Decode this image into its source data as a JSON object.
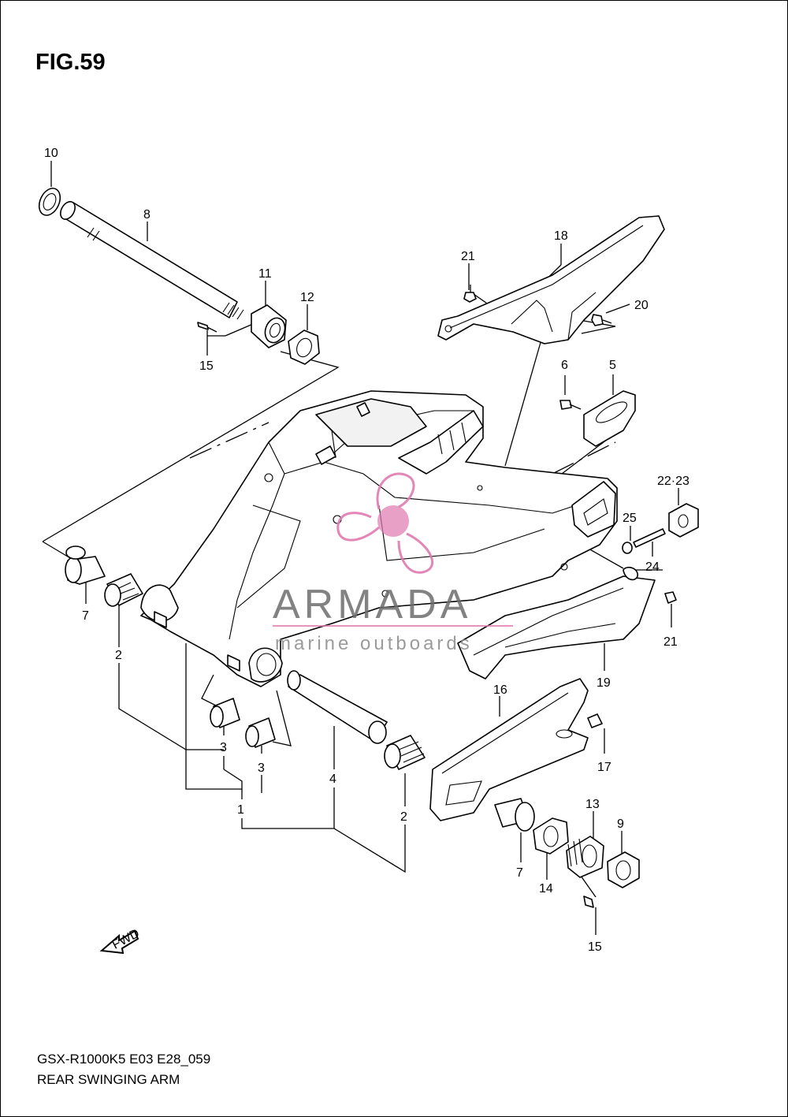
{
  "figure": {
    "title": "FIG.59"
  },
  "footer": {
    "model": "GSX-R1000K5 E03 E28_059",
    "name": "REAR SWINGING ARM"
  },
  "watermark": {
    "brand": "ARMADA",
    "tagline": "marine outboards",
    "color": "#e07ab0"
  },
  "fwd_label": "FWD",
  "callouts": [
    {
      "id": "c10",
      "text": "10"
    },
    {
      "id": "c8",
      "text": "8"
    },
    {
      "id": "c11",
      "text": "11"
    },
    {
      "id": "c12",
      "text": "12"
    },
    {
      "id": "c15a",
      "text": "15"
    },
    {
      "id": "c21a",
      "text": "21"
    },
    {
      "id": "c18",
      "text": "18"
    },
    {
      "id": "c20",
      "text": "20"
    },
    {
      "id": "c6",
      "text": "6"
    },
    {
      "id": "c5",
      "text": "5"
    },
    {
      "id": "c2223",
      "text": "22·23"
    },
    {
      "id": "c25",
      "text": "25"
    },
    {
      "id": "c24",
      "text": "24"
    },
    {
      "id": "c21b",
      "text": "21"
    },
    {
      "id": "c7a",
      "text": "7"
    },
    {
      "id": "c2a",
      "text": "2"
    },
    {
      "id": "c19",
      "text": "19"
    },
    {
      "id": "c16",
      "text": "16"
    },
    {
      "id": "c17",
      "text": "17"
    },
    {
      "id": "c3a",
      "text": "3"
    },
    {
      "id": "c3b",
      "text": "3"
    },
    {
      "id": "c4",
      "text": "4"
    },
    {
      "id": "c1",
      "text": "1"
    },
    {
      "id": "c2b",
      "text": "2"
    },
    {
      "id": "c13",
      "text": "13"
    },
    {
      "id": "c9",
      "text": "9"
    },
    {
      "id": "c7b",
      "text": "7"
    },
    {
      "id": "c14",
      "text": "14"
    },
    {
      "id": "c15b",
      "text": "15"
    }
  ]
}
